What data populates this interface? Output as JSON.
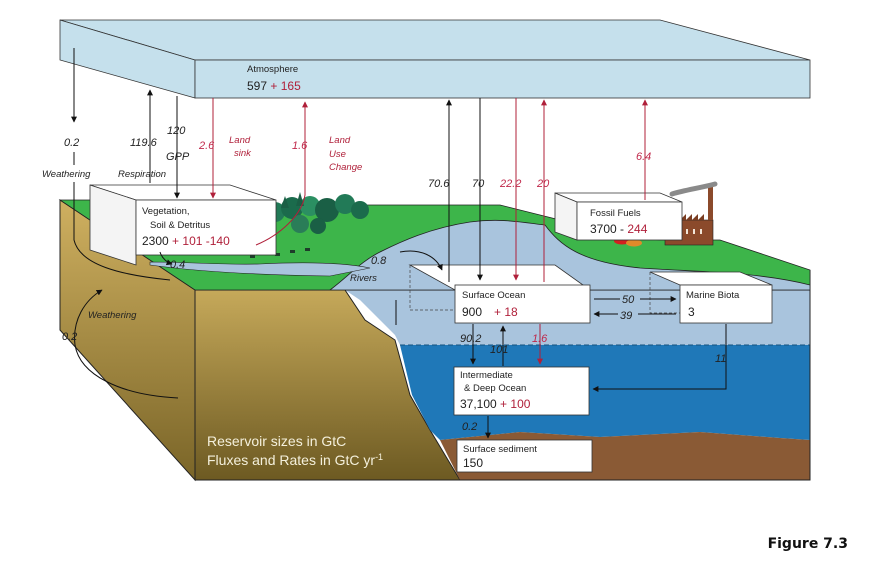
{
  "figure_label": "Figure 7.3",
  "legend": {
    "line1": "Reservoir sizes in GtC",
    "line2_main": "Fluxes and Rates in GtC yr",
    "line2_sup": "-1"
  },
  "colors": {
    "atmosphere": "#c5e0ec",
    "land_green": "#3db54a",
    "soil": "#b59a4a",
    "surface_water": "#9fc0dc",
    "deep_water": "#1f78b8",
    "sediment": "#8a5a35",
    "anthropogenic_red": "#b0203a"
  },
  "reservoirs": {
    "atmosphere": {
      "name": "Atmosphere",
      "natural": "597",
      "anthro": "+ 165"
    },
    "vegetation": {
      "name_line1": "Vegetation,",
      "name_line2": "Soil & Detritus",
      "natural": "2300",
      "anthro": "+ 101 -140"
    },
    "fossil": {
      "name": "Fossil Fuels",
      "natural": "3700 -",
      "anthro": "244"
    },
    "surface_ocean": {
      "name": "Surface Ocean",
      "natural": "900",
      "anthro": "+ 18"
    },
    "marine_biota": {
      "name": "Marine Biota",
      "natural": "3"
    },
    "deep_ocean": {
      "name_line1": "Intermediate",
      "name_line2": "& Deep Ocean",
      "natural": "37,100",
      "anthro": "+ 100"
    },
    "sediment": {
      "name": "Surface sediment",
      "natural": "150"
    }
  },
  "fluxes": {
    "weathering_atm": {
      "value": "0.2",
      "label": "Weathering"
    },
    "respiration": {
      "value": "119.6",
      "label": "Respiration"
    },
    "gpp": {
      "value": "120",
      "label": "GPP"
    },
    "land_sink": {
      "value": "2.6",
      "label_line1": "Land",
      "label_line2": "sink"
    },
    "land_use": {
      "value": "1.6",
      "label_line1": "Land",
      "label_line2": "Use",
      "label_line3": "Change"
    },
    "ocean_out": {
      "value": "70.6"
    },
    "ocean_in": {
      "value": "70"
    },
    "ocean_anthro_in": {
      "value": "22.2"
    },
    "ocean_anthro_out": {
      "value": "20"
    },
    "fossil_emission": {
      "value": "6.4"
    },
    "rivers_04": {
      "value": "0.4"
    },
    "rivers_08": {
      "value": "0.8",
      "label": "Rivers"
    },
    "weathering_land": {
      "value": "0.2",
      "label": "Weathering"
    },
    "to_biota": {
      "value": "50"
    },
    "from_biota": {
      "value": "39"
    },
    "down_mix": {
      "value": "90.2"
    },
    "up_mix": {
      "value": "101"
    },
    "anthro_down": {
      "value": "1.6"
    },
    "biota_export": {
      "value": "11"
    },
    "burial": {
      "value": "0.2"
    }
  }
}
